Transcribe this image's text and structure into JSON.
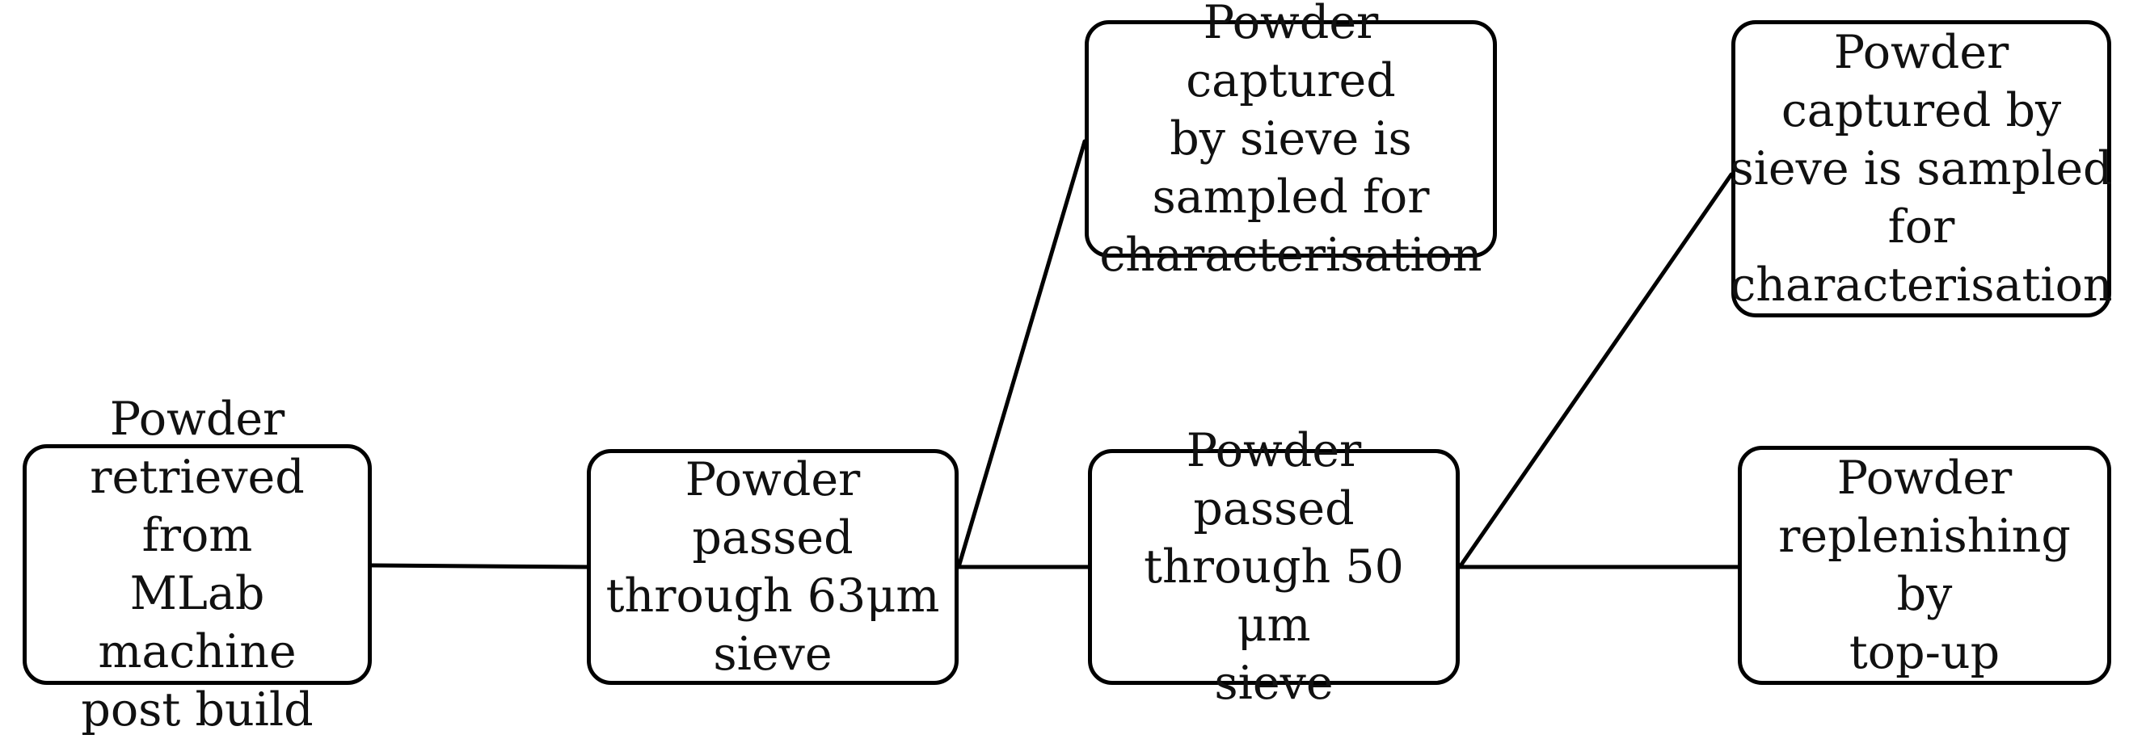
{
  "colors": {
    "stroke": "#000000",
    "text": "#111111",
    "background": "#ffffff"
  },
  "nodes": {
    "retrieved": "Powder\nretrieved from\nMLab machine\npost build",
    "sieve63": "Powder passed\nthrough 63μm\nsieve",
    "captured1": "Powder captured\nby sieve is\nsampled for\ncharacterisation",
    "sieve50": "Powder passed\nthrough 50 μm\nsieve",
    "captured2": "Powder\ncaptured by\nsieve is sampled\nfor\ncharacterisation",
    "topup": "Powder\nreplenishing by\ntop-up"
  }
}
